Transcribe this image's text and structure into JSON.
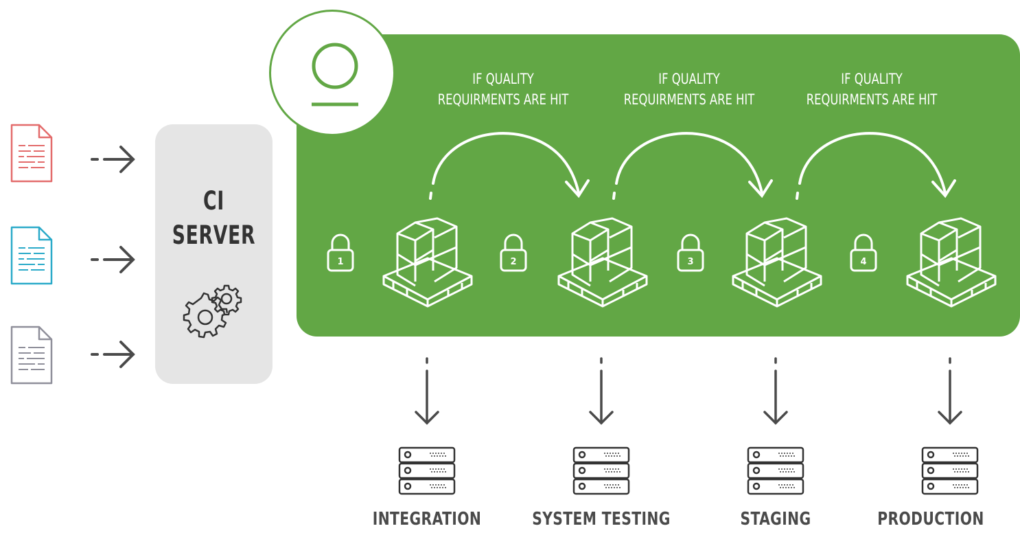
{
  "ci_server": {
    "line1": "CI",
    "line2": "SERVER"
  },
  "quality_gates": [
    {
      "line1": "IF QUALITY",
      "line2": "REQUIRMENTS ARE HIT"
    },
    {
      "line1": "IF QUALITY",
      "line2": "REQUIRMENTS ARE HIT"
    },
    {
      "line1": "IF QUALITY",
      "line2": "REQUIRMENTS ARE HIT"
    }
  ],
  "locks": [
    "1",
    "2",
    "3",
    "4"
  ],
  "environments": [
    "INTEGRATION",
    "SYSTEM TESTING",
    "STAGING",
    "PRODUCTION"
  ],
  "source_files": [
    {
      "icon": "document-icon",
      "color": "#e36b6b"
    },
    {
      "icon": "document-icon",
      "color": "#2aaac9"
    },
    {
      "icon": "document-icon",
      "color": "#8f8f9a"
    }
  ],
  "colors": {
    "accent": "#62a745",
    "panel": "#e5e5e5",
    "arrow": "#4a4a4a"
  }
}
